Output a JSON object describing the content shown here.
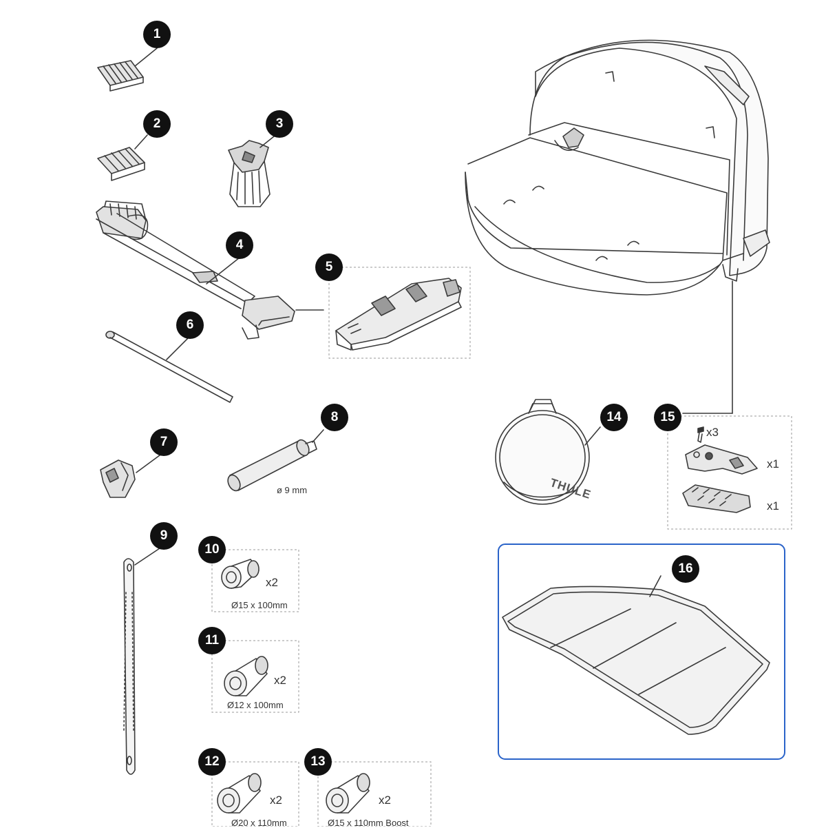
{
  "callouts": [
    "1",
    "2",
    "3",
    "4",
    "5",
    "6",
    "7",
    "8",
    "9",
    "10",
    "11",
    "12",
    "13",
    "14",
    "15",
    "16"
  ],
  "labels": {
    "p8_diameter": "ø 9 mm",
    "p10_qty": "x2",
    "p10_size": "Ø15 x 100mm",
    "p11_qty": "x2",
    "p11_size": "Ø12 x 100mm",
    "p12_qty": "x2",
    "p12_size": "Ø20 x 110mm",
    "p13_qty": "x2",
    "p13_size": "Ø15 x 110mm Boost",
    "p15_screw_qty": "x3",
    "p15_bracket_qty": "x1",
    "p15_plate_qty": "x1"
  },
  "brand_mark": "THULE",
  "colors": {
    "badge": "#111111",
    "outline": "#3a3a3a",
    "highlight_frame": "#2a63c9",
    "dashed_frame": "#9a9a9a"
  }
}
